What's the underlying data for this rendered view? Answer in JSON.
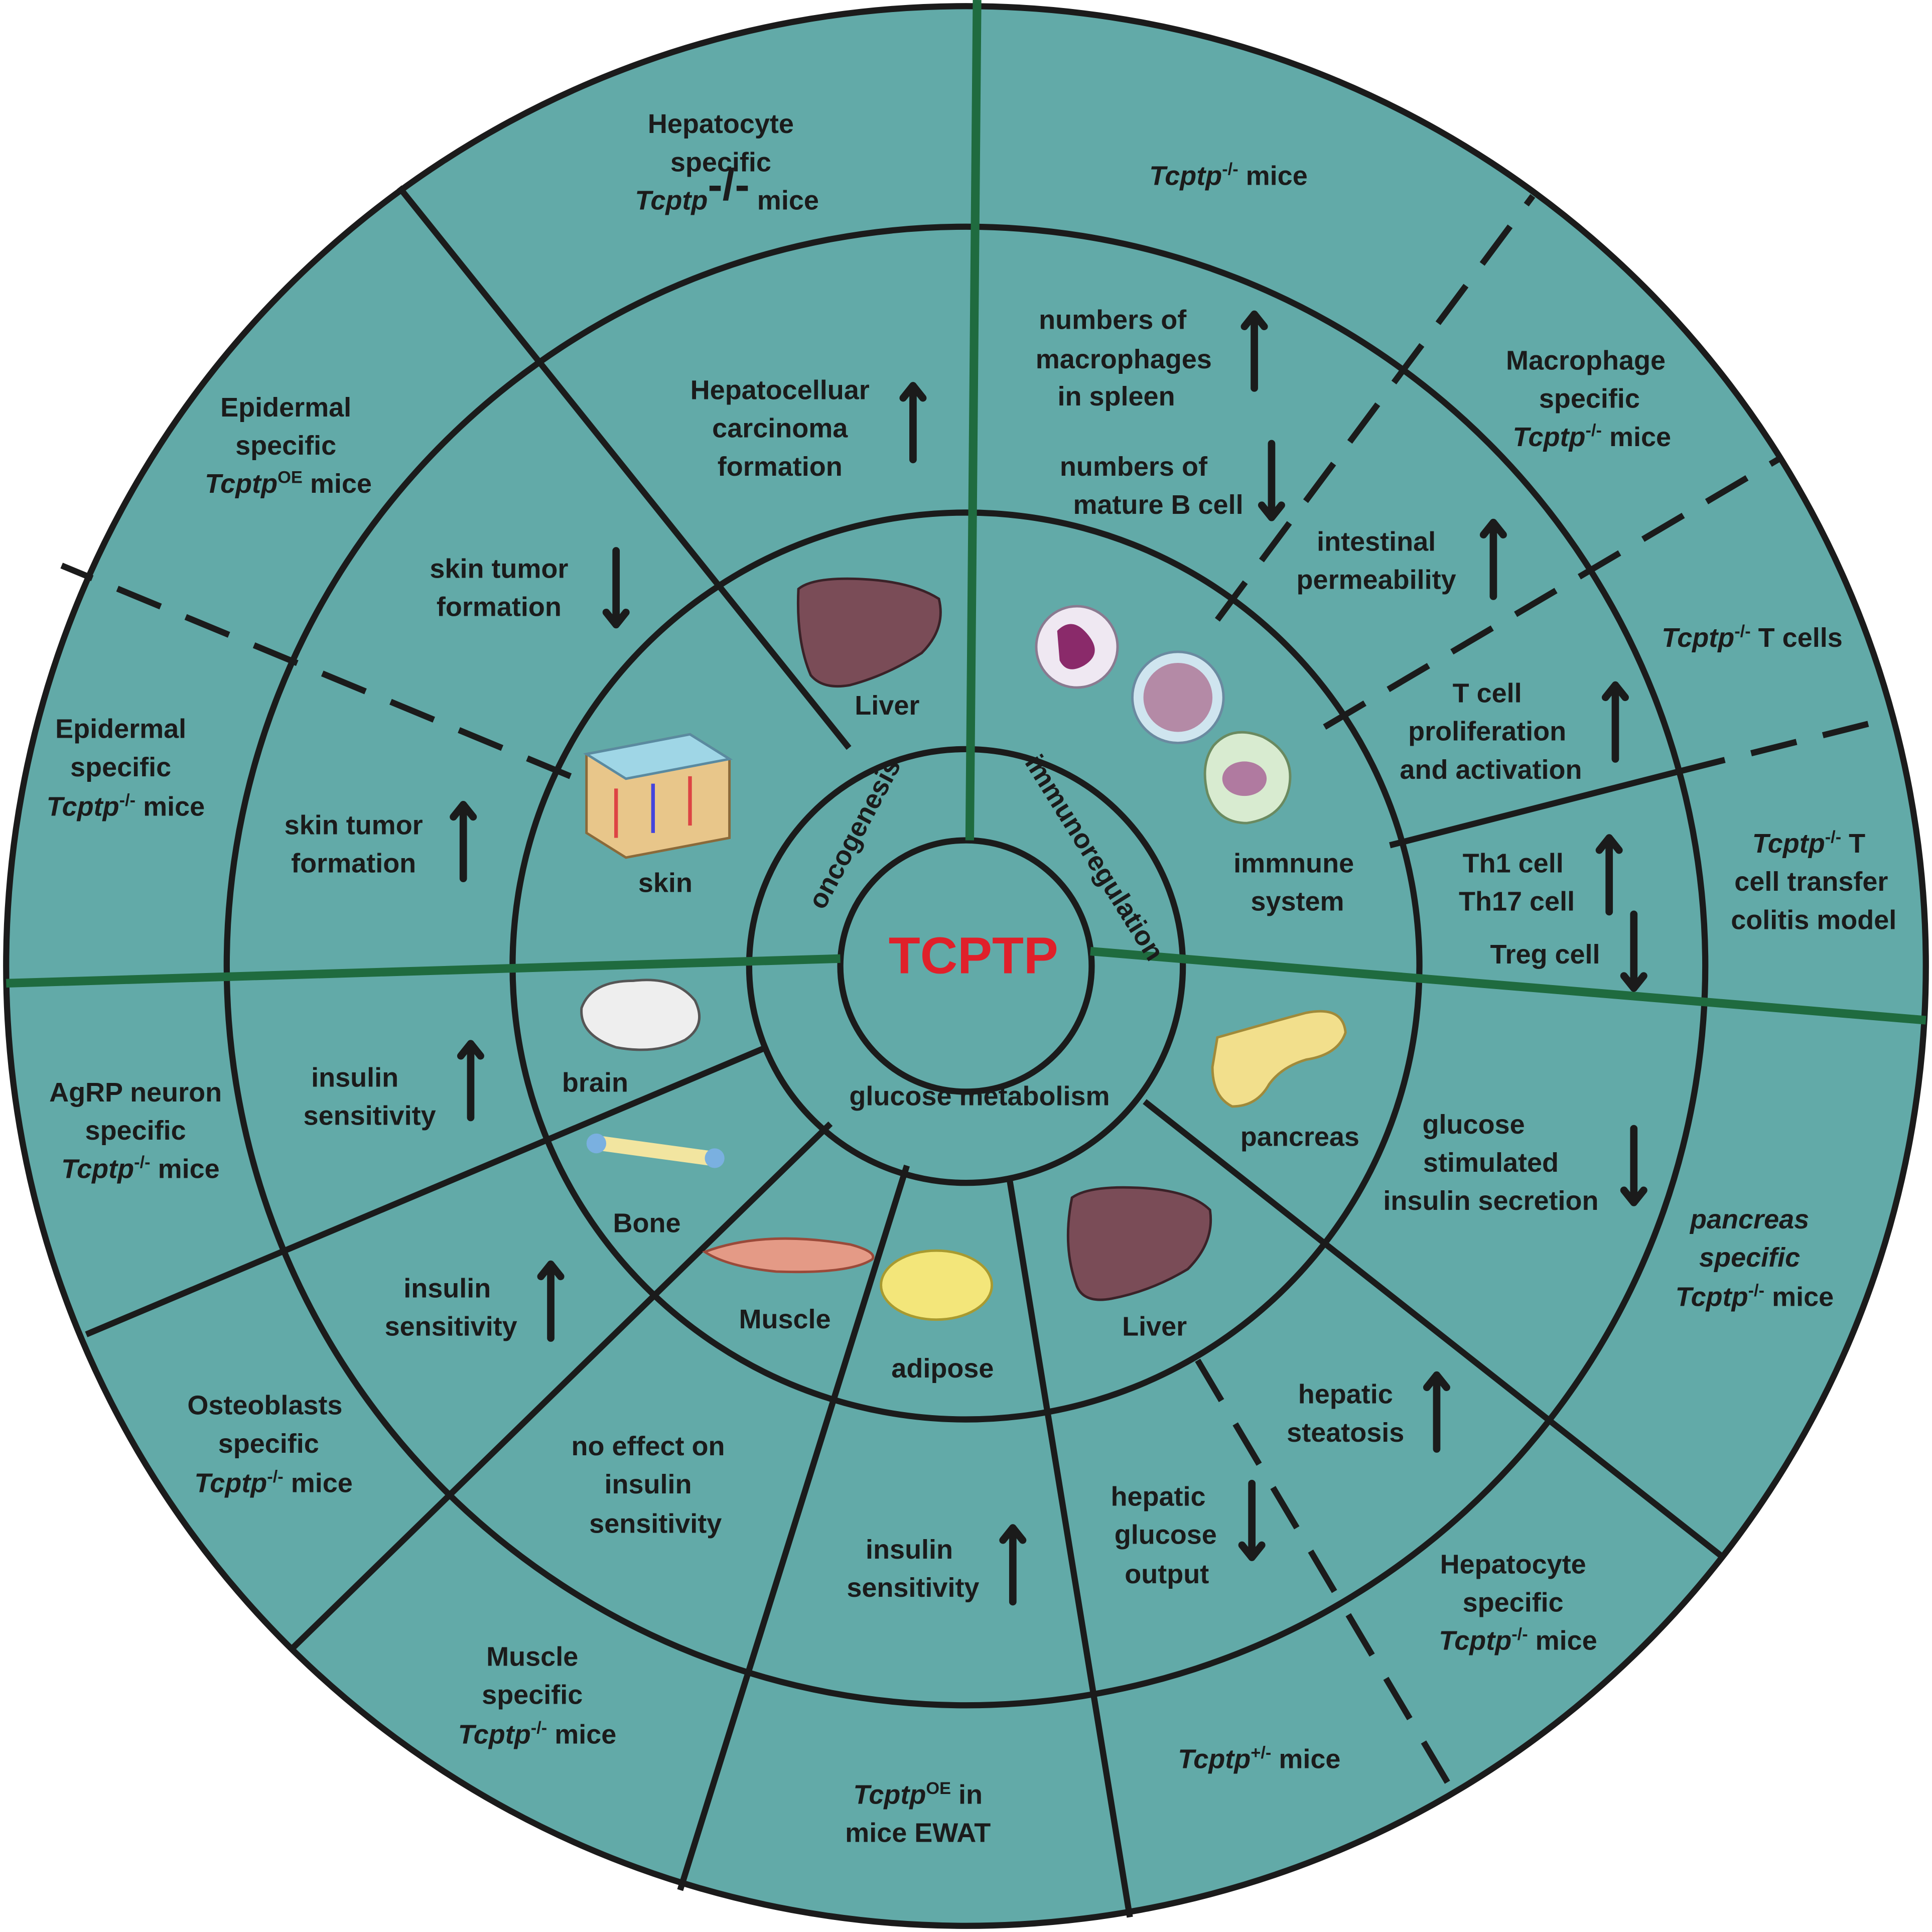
{
  "center": {
    "title": "TCPTP"
  },
  "themes": {
    "oncogenesis": "oncogenesis",
    "immunoregulation": "immunoregulation",
    "glucose": "glucose metabolism"
  },
  "tissues": {
    "liver_top": "Liver",
    "skin": "skin",
    "immune": [
      "immnune",
      "system"
    ],
    "pancreas": "pancreas",
    "liver_bottom": "Liver",
    "adipose": "adipose",
    "muscle": "Muscle",
    "bone": "Bone",
    "brain": "brain"
  },
  "effects": {
    "hcc": [
      "Hepatocelluar",
      "carcinoma",
      "formation"
    ],
    "skin_down": [
      "skin tumor",
      "formation"
    ],
    "skin_up": [
      "skin tumor",
      "formation"
    ],
    "macrophages": [
      "numbers of",
      "macrophages",
      "in spleen"
    ],
    "bcell": [
      "numbers of",
      "mature B cell"
    ],
    "intestinal": [
      "intestinal",
      "permeability"
    ],
    "tcell": [
      "T cell",
      "proliferation",
      "and activation"
    ],
    "th": [
      "Th1 cell",
      "Th17 cell",
      "Treg cell"
    ],
    "gsis": [
      "glucose",
      "stimulated",
      "insulin secretion"
    ],
    "steatosis": [
      "hepatic",
      "steatosis"
    ],
    "hgo": [
      "hepatic",
      "glucose",
      "output"
    ],
    "adipose_ins": [
      "insulin",
      "sensitivity"
    ],
    "muscle_ins": [
      "no effect on",
      "insulin",
      "sensitivity"
    ],
    "bone_ins": [
      "insulin",
      "sensitivity"
    ],
    "brain_ins": [
      "insulin",
      "sensitivity"
    ]
  },
  "models": {
    "hepatocyte_top": {
      "l1": "Hepatocyte",
      "l2": "specific",
      "gene": "Tcptp",
      "sup": "-/-",
      "tail": " mice"
    },
    "tcptp_ko": {
      "gene": "Tcptp",
      "sup": "-/-",
      "tail": "  mice"
    },
    "macrophage": {
      "l1": "Macrophage",
      "l2": "specific",
      "gene": "Tcptp",
      "sup": "-/-",
      "tail": " mice"
    },
    "tcells": {
      "gene": "Tcptp",
      "sup": "-/-",
      "tail": " T cells"
    },
    "colitis": {
      "gene": "Tcptp",
      "sup": "-/-",
      "tail": " T",
      "l2": "cell transfer",
      "l3": "colitis model"
    },
    "pancreas": {
      "l1": "pancreas",
      "l2": "specific",
      "gene": "Tcptp",
      "sup": "-/-",
      "tail": "  mice"
    },
    "hepatocyte_bottom": {
      "l1": "Hepatocyte",
      "l2": "specific",
      "gene": "Tcptp",
      "sup": "-/-",
      "tail": " mice"
    },
    "het": {
      "gene": "Tcptp",
      "sup": "+/-",
      "tail": " mice"
    },
    "ewat": {
      "gene": "Tcptp",
      "sup": "OE",
      "tail": " in",
      "l2": "mice EWAT"
    },
    "muscle": {
      "l1": "Muscle",
      "l2": "specific",
      "gene": "Tcptp",
      "sup": "-/-",
      "tail": " mice"
    },
    "osteoblasts": {
      "l1": "Osteoblasts",
      "l2": "specific",
      "gene": "Tcptp",
      "sup": "-/-",
      "tail": " mice"
    },
    "agrp": {
      "l1": "AgRP neuron",
      "l2": "specific",
      "gene": "Tcptp",
      "sup": "-/-",
      "tail": " mice"
    },
    "epi_ko": {
      "l1": "Epidermal",
      "l2": "specific",
      "gene": "Tcptp",
      "sup": "-/-",
      "tail": "  mice"
    },
    "epi_oe": {
      "l1": "Epidermal",
      "l2": "specific",
      "gene": "Tcptp",
      "sup": "OE",
      "tail": "  mice"
    }
  },
  "colors": {
    "outer_ring": "#62aaa8",
    "middle_ring": "#8ec1c0",
    "inner_ring": "#b5d6d5",
    "theme_ring": "#d7e9e8",
    "center_fill": "#ffffff",
    "title_red": "#e0202a",
    "green_divider": "#1f6b3f",
    "outline": "#1b1b1b"
  },
  "icons": [
    "liver-icon",
    "skin-icon",
    "neutrophil-icon",
    "lymphocyte-icon",
    "macrophage-icon",
    "pancreas-icon",
    "adipose-icon",
    "muscle-icon",
    "bone-icon",
    "brain-icon"
  ]
}
